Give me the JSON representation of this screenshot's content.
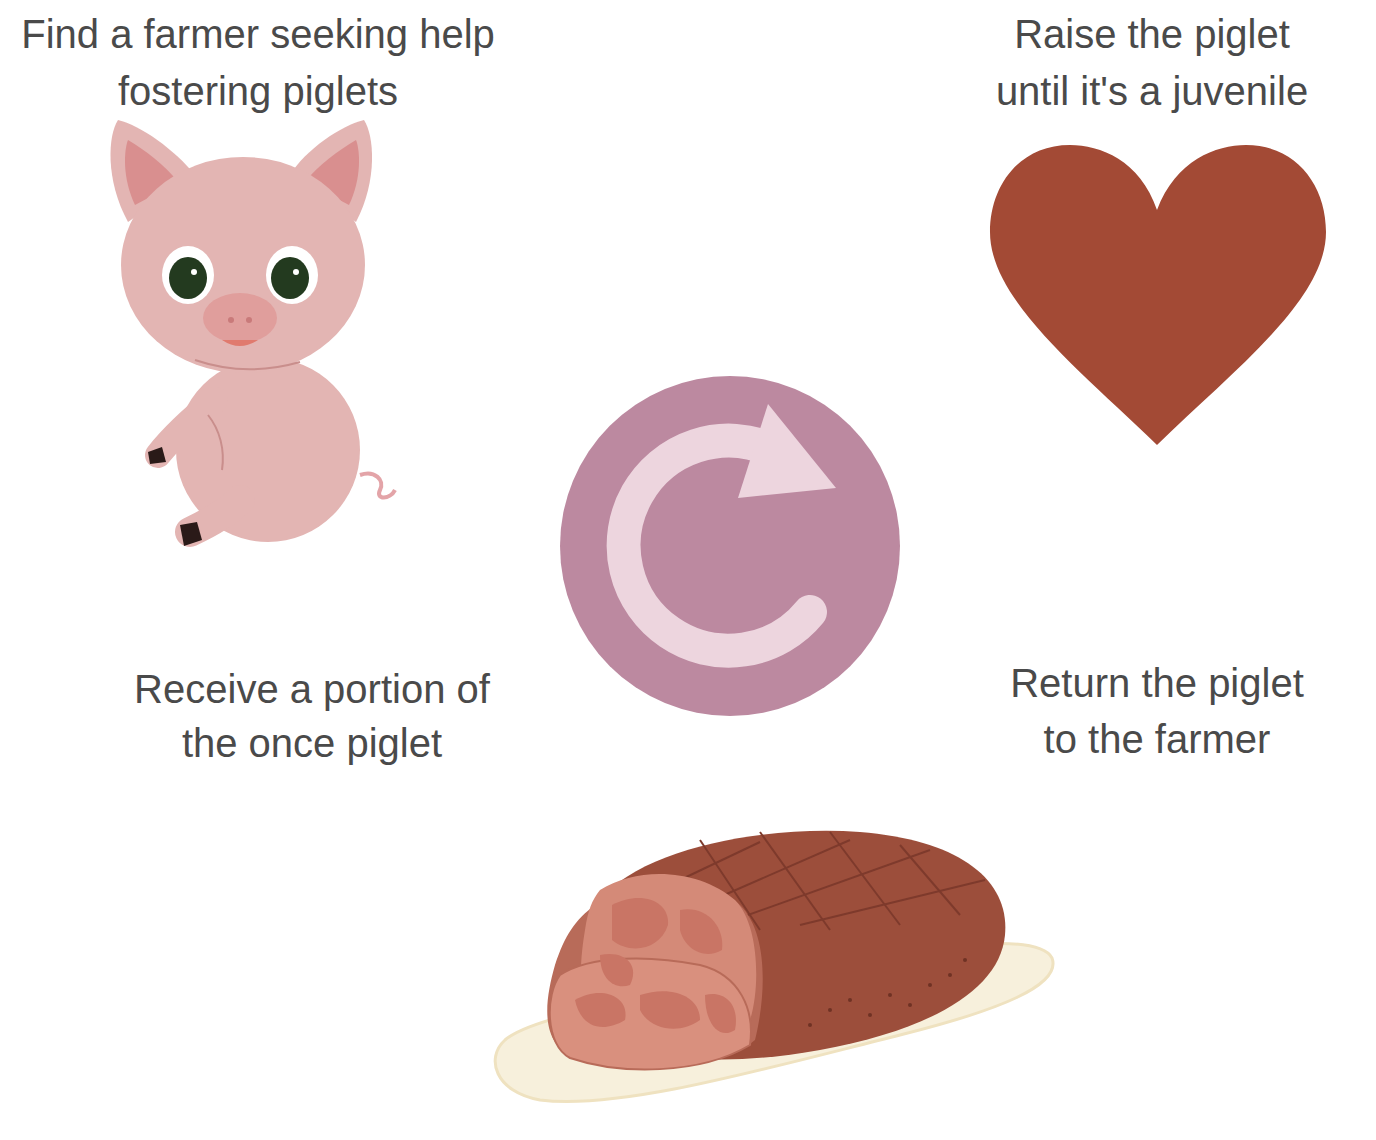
{
  "diagram": {
    "labels": [
      "Find a farmer seeking help fostering piglets",
      "Raise the piglet until it's a juvenile",
      "Receive a portion of the once piglet",
      "Return the piglet to the farmer"
    ]
  }
}
